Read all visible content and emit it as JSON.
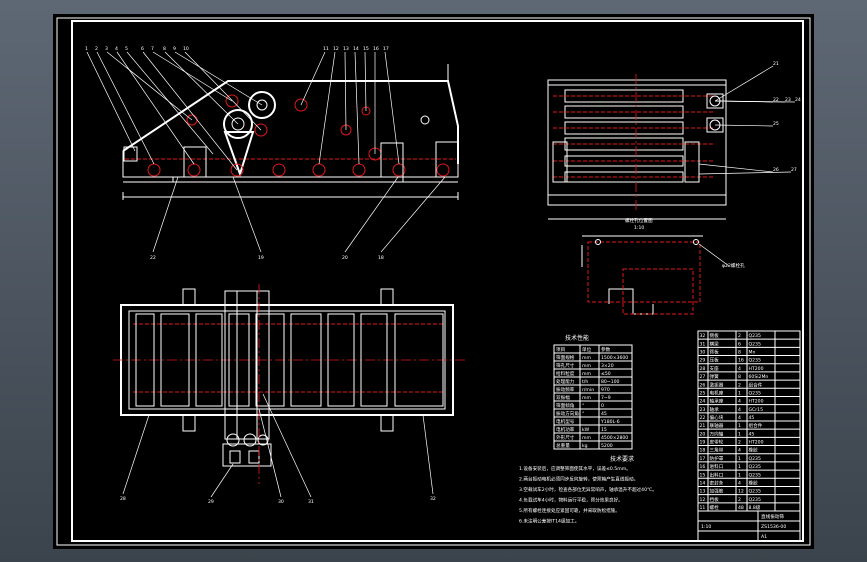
{
  "balloons_top": [
    "1",
    "2",
    "3",
    "4",
    "5",
    "6",
    "7",
    "8",
    "9",
    "10",
    "11",
    "12",
    "13",
    "14",
    "15",
    "16",
    "17"
  ],
  "balloons_side_view": [
    "21",
    "22",
    "23",
    "24",
    "25",
    "26",
    "27"
  ],
  "balloons_plan_view": [
    "28",
    "29",
    "30",
    "31",
    "32"
  ],
  "balloons_front_lower": [
    "22",
    "19",
    "20",
    "18"
  ],
  "detail_view": {
    "title": "螺栓孔位置图",
    "scale": "1:10",
    "callout": "φ22螺栓孔"
  },
  "spec_table": {
    "title": "技术性能",
    "header": [
      "项目",
      "单位",
      "参数"
    ],
    "rows": [
      [
        "筛面规格",
        "mm",
        "1500×3600"
      ],
      [
        "筛孔尺寸",
        "mm",
        "3×20"
      ],
      [
        "给料粒度",
        "mm",
        "≤50"
      ],
      [
        "处理能力",
        "t/h",
        "80~100"
      ],
      [
        "振动频率",
        "r/min",
        "970"
      ],
      [
        "双振幅",
        "mm",
        "7~9"
      ],
      [
        "筛面倾角",
        "°",
        "0"
      ],
      [
        "振动方向角",
        "°",
        "45"
      ],
      [
        "电机型号",
        "",
        "Y180L-6"
      ],
      [
        "电机功率",
        "kW",
        "15"
      ],
      [
        "外形尺寸",
        "mm",
        "4500×2800"
      ],
      [
        "总重量",
        "kg",
        "5200"
      ]
    ]
  },
  "tech_requirements": {
    "title": "技术要求",
    "items": [
      "1.设备安装后，应调整筛面使其水平，误差≤0.5mm。",
      "2.两台振动电机必须同步反向旋转，使筛箱产生直线振动。",
      "3.空载试车2小时，检查各部位无异常响声，轴承温升不超过40℃。",
      "4.负载试车4小时，物料运行平稳，筛分效果良好。",
      "5.所有螺栓连接处应紧固可靠，并采取防松措施。",
      "6.未注明公差按IT14级加工。"
    ]
  },
  "parts_list": {
    "rows": [
      [
        "32",
        "侧板",
        "2",
        "Q235"
      ],
      [
        "31",
        "横梁",
        "6",
        "Q235"
      ],
      [
        "30",
        "筛板",
        "8",
        "Mn"
      ],
      [
        "29",
        "压板",
        "16",
        "Q235"
      ],
      [
        "28",
        "支座",
        "4",
        "HT200"
      ],
      [
        "27",
        "弹簧",
        "8",
        "60Si2Mn"
      ],
      [
        "26",
        "激振器",
        "2",
        "组合件"
      ],
      [
        "25",
        "电机座",
        "1",
        "Q235"
      ],
      [
        "24",
        "轴承座",
        "4",
        "HT200"
      ],
      [
        "23",
        "轴承",
        "4",
        "GCr15"
      ],
      [
        "22",
        "偏心块",
        "4",
        "45"
      ],
      [
        "21",
        "联轴器",
        "1",
        "组合件"
      ],
      [
        "20",
        "万向轴",
        "1",
        "45"
      ],
      [
        "19",
        "皮带轮",
        "2",
        "HT200"
      ],
      [
        "18",
        "三角带",
        "4",
        "橡胶"
      ],
      [
        "17",
        "防护罩",
        "1",
        "Q235"
      ],
      [
        "16",
        "进料口",
        "1",
        "Q235"
      ],
      [
        "15",
        "出料口",
        "1",
        "Q235"
      ],
      [
        "14",
        "密封条",
        "4",
        "橡胶"
      ],
      [
        "13",
        "加强筋",
        "12",
        "Q235"
      ],
      [
        "12",
        "挡板",
        "2",
        "Q235"
      ],
      [
        "11",
        "螺栓",
        "48",
        "8.8级"
      ]
    ],
    "title_block": {
      "drawing_name": "直线振动筛",
      "drawing_no": "ZS1536-00",
      "scale": "1:10",
      "sheet": "A1"
    }
  },
  "colors": {
    "line": "#ffffff",
    "centerline": "#e01818",
    "background": "#000000",
    "frame_bg": "#4a525c"
  }
}
